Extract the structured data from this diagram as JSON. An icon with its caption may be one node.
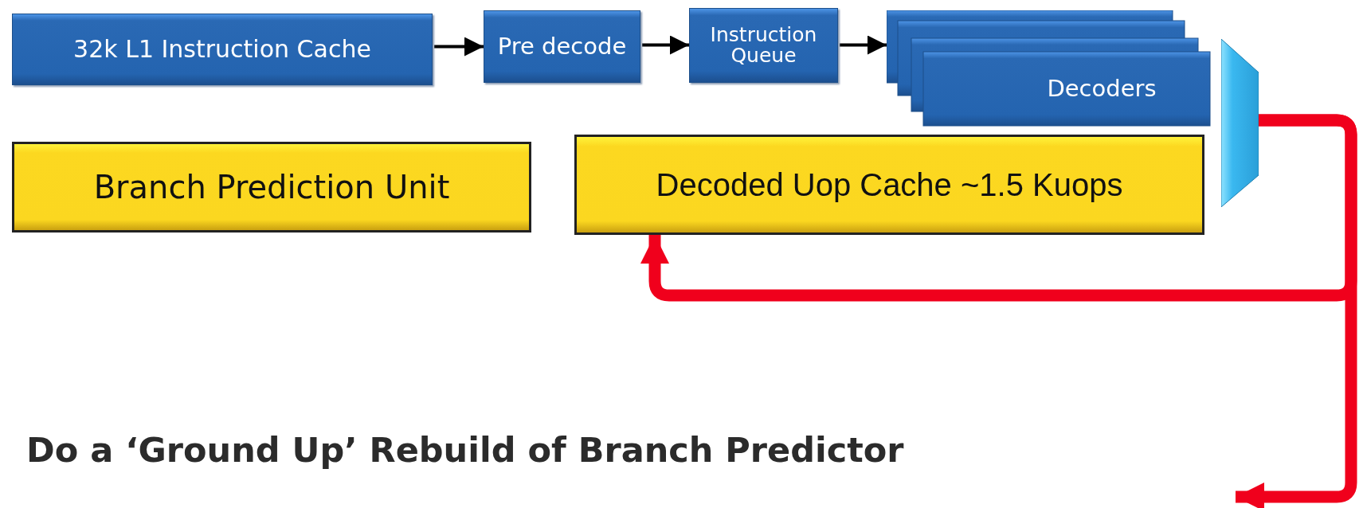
{
  "diagram": {
    "title": "Do a ‘Ground Up’ Rebuild of Branch Predictor",
    "nodes": [
      {
        "text": [
          "32k L1 Instruction Cache"
        ]
      },
      {
        "text": [
          "Pre decode"
        ]
      },
      {
        "text": [
          "Instruction Queue"
        ]
      },
      {
        "text": [
          "Decoders"
        ]
      },
      {
        "text": [],
        "shape": "trapezoid"
      },
      {
        "text": [
          "Branch Prediction Unit"
        ]
      },
      {
        "text": [
          "Decoded Uop Cache ~1.5 Kuops"
        ]
      }
    ],
    "edges": [
      {
        "from": 0,
        "to": 1,
        "arrow": "to"
      },
      {
        "from": 1,
        "to": 2,
        "arrow": "to"
      },
      {
        "from": 2,
        "to": 3,
        "arrow": "to"
      },
      {
        "from": 4,
        "to": 6,
        "arrow": "to",
        "style": "thick",
        "color": "#f0001c"
      },
      {
        "from": 4,
        "to": null,
        "arrow": "to",
        "style": "thick",
        "color": "#f0001c"
      }
    ]
  }
}
